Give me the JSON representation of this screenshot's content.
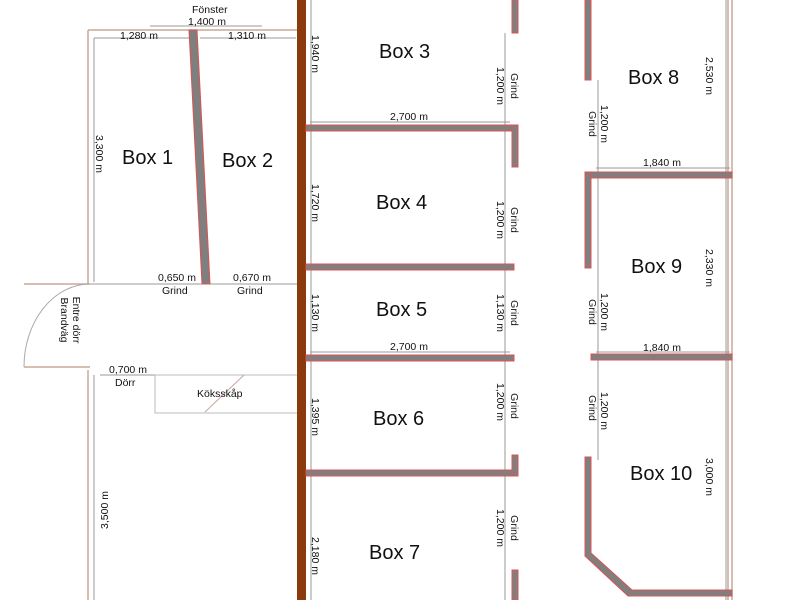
{
  "plan": {
    "colors": {
      "outer_wall": "#8b3a0e",
      "partition_fill": "#7f7f7f",
      "partition_edge": "#e05050",
      "dim_line": "#888888",
      "thin_wall": "#c9a89a"
    },
    "boxes": [
      {
        "id": "box-1",
        "label": "Box 1"
      },
      {
        "id": "box-2",
        "label": "Box 2"
      },
      {
        "id": "box-3",
        "label": "Box 3"
      },
      {
        "id": "box-4",
        "label": "Box 4"
      },
      {
        "id": "box-5",
        "label": "Box 5"
      },
      {
        "id": "box-6",
        "label": "Box 6"
      },
      {
        "id": "box-7",
        "label": "Box 7"
      },
      {
        "id": "box-8",
        "label": "Box 8"
      },
      {
        "id": "box-9",
        "label": "Box 9"
      },
      {
        "id": "box-10",
        "label": "Box 10"
      }
    ],
    "annotations": {
      "window_label": "Fönster",
      "window_width": "1,400 m",
      "box1_width": "1,280 m",
      "box2_width": "1,310 m",
      "box1_depth": "3,300 m",
      "box1_gate_width": "0,650 m",
      "box2_gate_width": "0,670 m",
      "gate_label": "Grind",
      "entrance_door_line1": "Entre dörr",
      "entrance_door_line2": "Brandväg",
      "door_width": "0,700 m",
      "door_label": "Dörr",
      "kitchen_cabinet": "Köksskåp",
      "corridor_length": "3,500 m",
      "box3_depth": "1,940 m",
      "box3_width": "2,700 m",
      "box4_depth": "1,720 m",
      "box5_depth": "1,130 m",
      "box5_gate": "1,130 m",
      "box5_width": "2,700 m",
      "box6_depth": "1,395 m",
      "box7_depth": "2,180 m",
      "gate_width_std": "1,200 m",
      "box8_depth": "2,530 m",
      "box8_width": "1,840 m",
      "box9_depth": "2,330 m",
      "box9_width": "1,840 m",
      "box10_depth": "3,000 m"
    }
  }
}
